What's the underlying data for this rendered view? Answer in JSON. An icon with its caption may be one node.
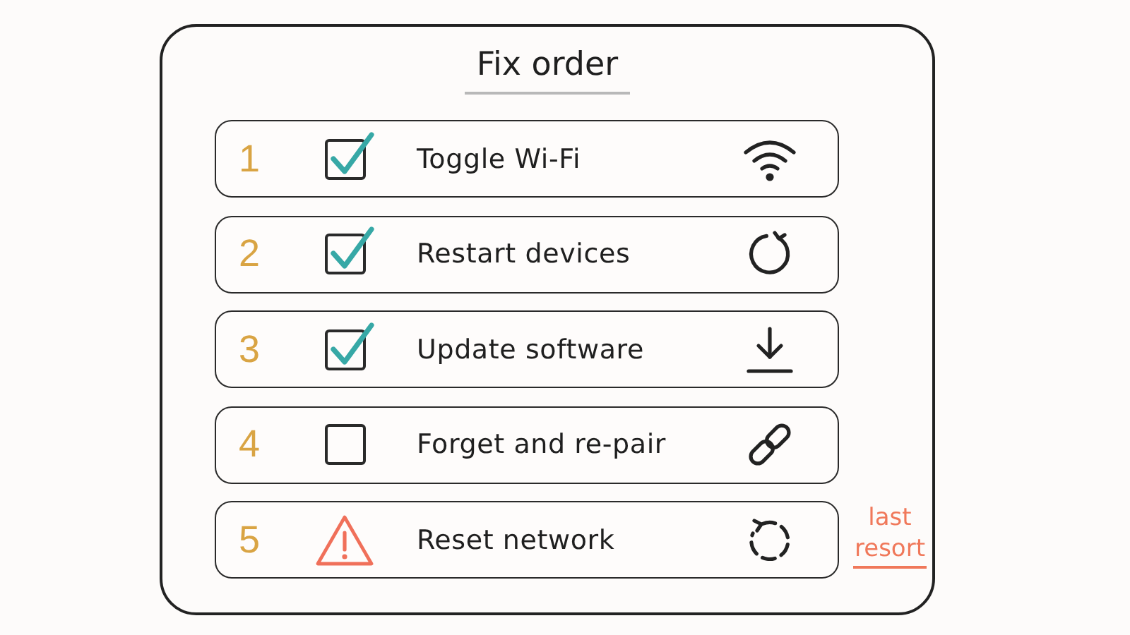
{
  "diagram": {
    "nodes": [
      {
        "text": [
          "Fix order"
        ]
      },
      {
        "text": [
          "1",
          "Toggle Wi-Fi"
        ],
        "in": 0
      },
      {
        "text": [
          "2",
          "Restart devices"
        ],
        "in": 0
      },
      {
        "text": [
          "3",
          "Update software"
        ],
        "in": 0
      },
      {
        "text": [
          "4",
          "Forget and re-pair"
        ],
        "in": 0
      },
      {
        "text": [
          "5",
          "Reset network"
        ],
        "in": 0,
        "beside": [
          "last resort"
        ]
      }
    ]
  }
}
